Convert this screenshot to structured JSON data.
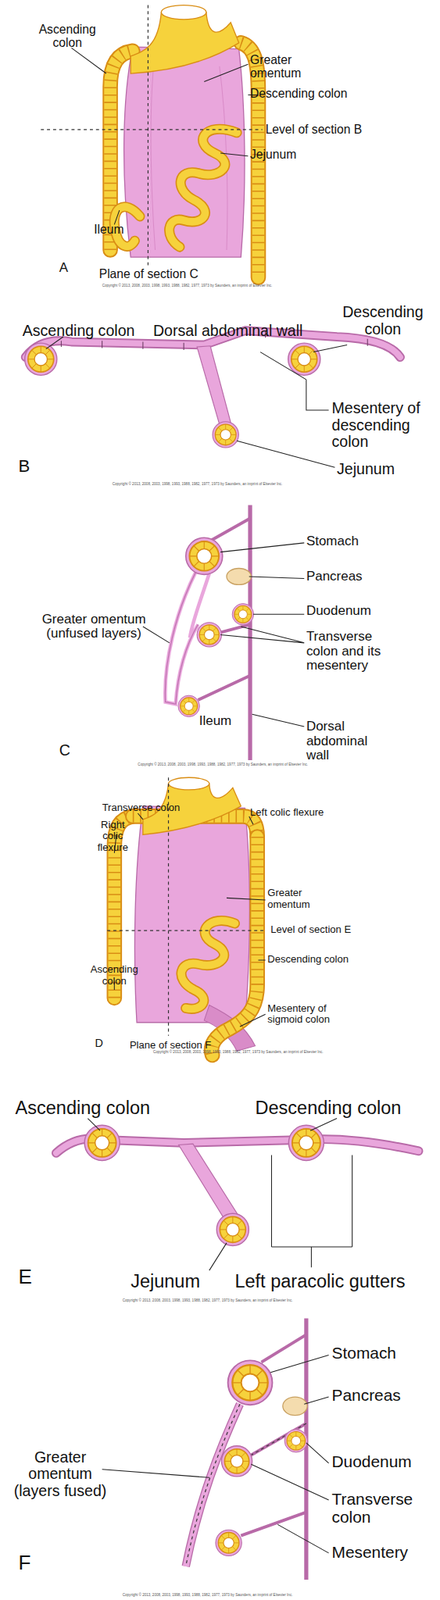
{
  "diagram": {
    "labels": [
      "Ascending colon",
      "Greater omentum",
      "Descending colon",
      "Level of section B",
      "Jejunum",
      "Ileum",
      "A",
      "Plane of section C",
      "Copyright © 2013, 2008, 2003, 1998, 1993, 1988, 1982, 1977, 1973 by Saunders, an imprint of Elsevier Inc.",
      "Ascending colon",
      "Dorsal abdominal wall",
      "Descending colon",
      "Mesentery of descending colon",
      "B",
      "Jejunum",
      "Copyright © 2013, 2008, 2003, 1998, 1993, 1988, 1982, 1977, 1973 by Saunders, an imprint of Elsevier Inc.",
      "Stomach",
      "Pancreas",
      "Greater omentum (unfused layers)",
      "Duodenum",
      "Transverse colon and its mesentery",
      "Ileum",
      "Dorsal abdominal wall",
      "C",
      "Copyright © 2013, 2008, 2003, 1998, 1993, 1988, 1982, 1977, 1973 by Saunders, an imprint of Elsevier Inc.",
      "Transverse colon",
      "Right colic flexure",
      "Left colic flexure",
      "Greater omentum",
      "Level of section E",
      "Descending colon",
      "Ascending colon",
      "Mesentery of sigmoid colon",
      "D",
      "Plane of section F",
      "Copyright © 2013, 2008, 2003, 1998, 1993, 1988, 1982, 1977, 1973 by Saunders, an imprint of Elsevier Inc.",
      "Ascending colon",
      "Descending colon",
      "Jejunum",
      "Left paracolic gutters",
      "E",
      "Copyright © 2013, 2008, 2003, 1998, 1993, 1988, 1982, 1977, 1973 by Saunders, an imprint of Elsevier Inc.",
      "Stomach",
      "Pancreas",
      "Greater omentum (layers fused)",
      "Duodenum",
      "Transverse colon",
      "Mesentery",
      "F",
      "Copyright © 2013, 2008, 2003, 1998, 1993, 1988, 1982, 1977, 1973 by Saunders, an imprint of Elsevier Inc."
    ]
  }
}
